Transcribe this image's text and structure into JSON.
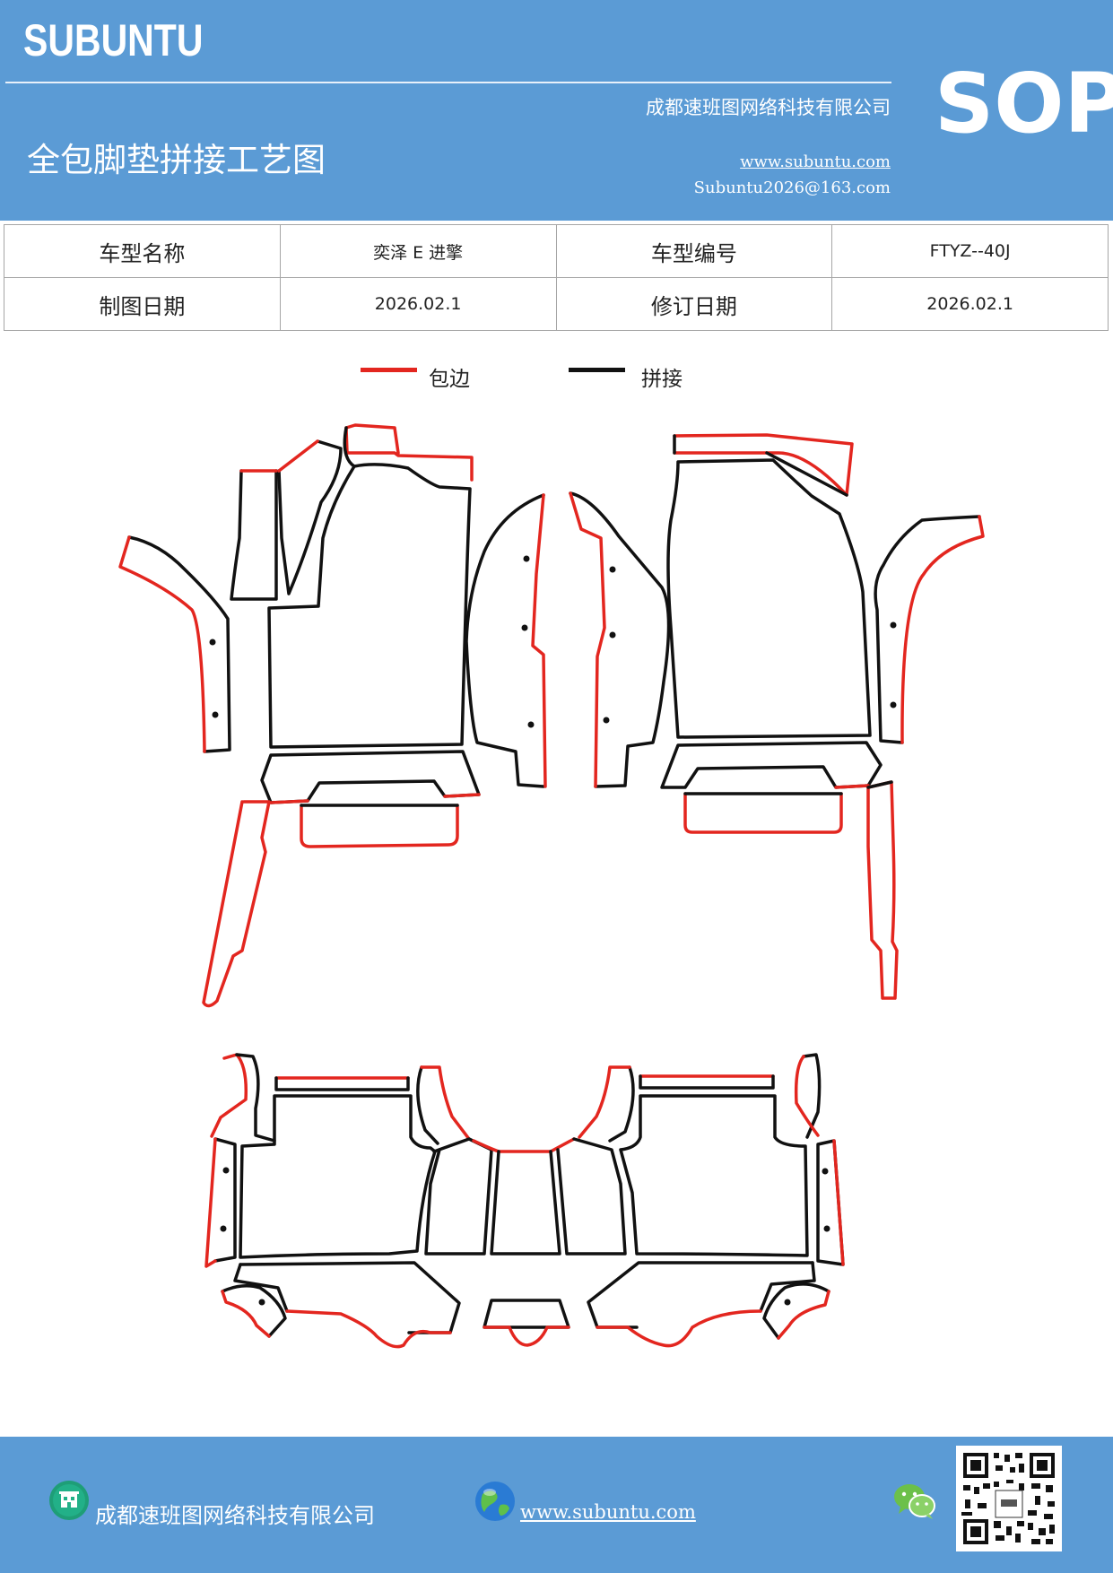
{
  "header": {
    "brand": "SUBUNTU",
    "company": "成都速班图网络科技有限公司",
    "badge": "SOP",
    "title": "全包脚垫拼接工艺图",
    "website": "www.subuntu.com",
    "email": "Subuntu2026@163.com"
  },
  "info_table": {
    "rows": [
      [
        "车型名称",
        "奕泽 E 进擎",
        "车型编号",
        "FTYZ--40J"
      ],
      [
        "制图日期",
        "2026.02.1",
        "修订日期",
        "2026.02.1"
      ]
    ]
  },
  "legend": {
    "items": [
      {
        "label": "包边",
        "color": "#e3261f"
      },
      {
        "label": "拼接",
        "color": "#111111"
      }
    ]
  },
  "footer": {
    "company": "成都速班图网络科技有限公司",
    "website": "www.subuntu.com",
    "icons": [
      "building-icon",
      "globe-icon",
      "wechat-icon",
      "qr-code"
    ]
  }
}
